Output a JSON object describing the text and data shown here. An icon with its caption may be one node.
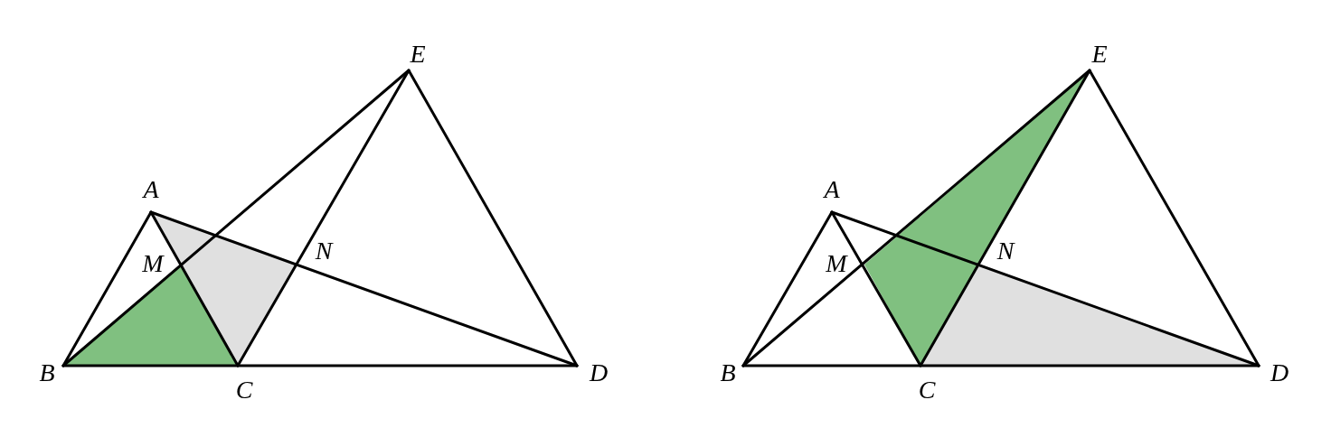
{
  "diagram": {
    "labels": [
      "E",
      "A",
      "M",
      "N",
      "B",
      "C",
      "D",
      "E",
      "A",
      "M",
      "N",
      "B",
      "C",
      "D"
    ]
  }
}
